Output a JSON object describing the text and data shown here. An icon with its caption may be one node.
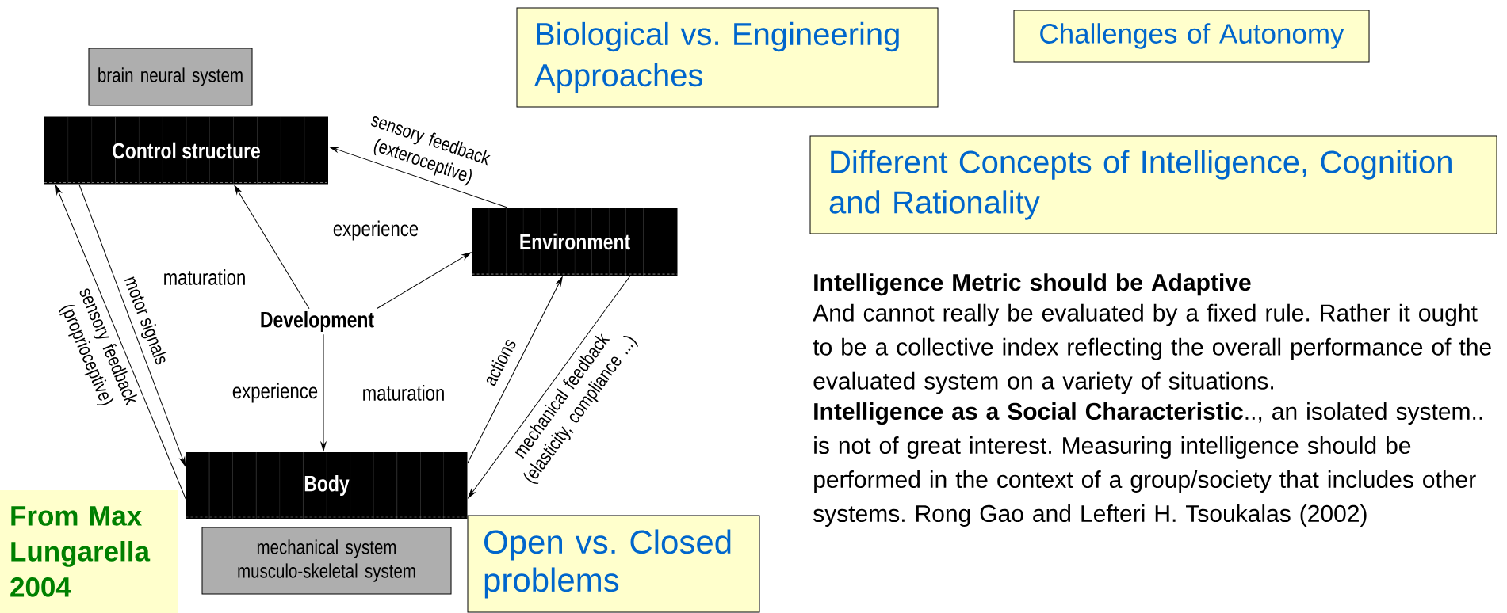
{
  "diagram": {
    "nodes": [
      {
        "text": [
          "brain neural system"
        ]
      },
      {
        "text": [
          "Control structure"
        ]
      },
      {
        "text": [
          "Environment"
        ]
      },
      {
        "text": [
          "Development"
        ]
      },
      {
        "text": [
          "Body"
        ]
      },
      {
        "text": [
          "mechanical system musculo-skeletal system"
        ]
      },
      {
        "text": [
          "Biological vs. Engineering Approaches"
        ]
      },
      {
        "text": [
          "Challenges of Autonomy"
        ]
      },
      {
        "text": [
          "Different Concepts of Intelligence, Cognition and Rationality"
        ]
      },
      {
        "text": [
          "Open vs. Closed problems"
        ]
      },
      {
        "text": [
          "From Max Lungarella 2004"
        ]
      }
    ],
    "edges": [
      {
        "from": 3,
        "to": 1,
        "arrow": "to",
        "label": "maturation"
      },
      {
        "from": 3,
        "to": 2,
        "arrow": "to",
        "label": "experience"
      },
      {
        "from": 3,
        "to": 4,
        "arrow": "to",
        "label": "experience"
      },
      {
        "from": 2,
        "to": 1,
        "arrow": "to",
        "label": "sensory feedback (exteroceptive)"
      },
      {
        "from": 1,
        "to": 4,
        "arrow": "to",
        "label": "motor signals"
      },
      {
        "from": 4,
        "to": 1,
        "arrow": "to",
        "label": "sensory feedback (proprioceptive)"
      },
      {
        "from": 4,
        "to": 2,
        "arrow": "to",
        "label": "actions"
      },
      {
        "from": 2,
        "to": 4,
        "arrow": "to",
        "label": "mechanical feedback (elasticity, compliance ...)"
      }
    ],
    "labels": [
      "maturation",
      "Intelligence Metric should be Adaptive",
      "And cannot really be evaluated by a fixed rule. Rather it ought to be a collective index reflecting the overall performance of the evaluated system on a variety of situations.",
      "**Intelligence as a Social Characteristic**.., an isolated system.. is not of great interest. Measuring intelligence should be performed in the context of a group/society that includes other systems. Rong Gao and Lefteri H. Tsoukalas (2002)"
    ]
  }
}
